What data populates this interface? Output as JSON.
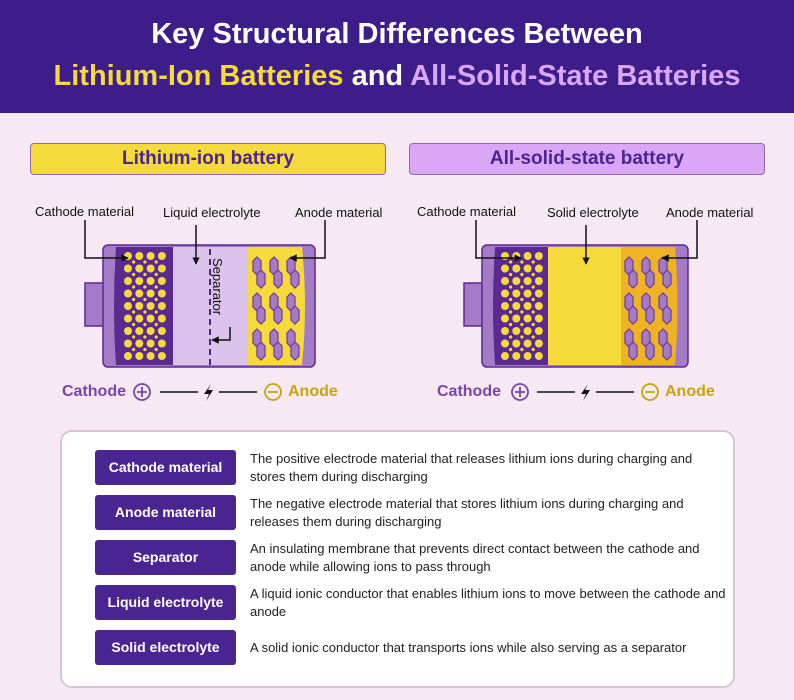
{
  "title": {
    "line1": "Key Structural Differences Between",
    "part1": "Lithium-Ion Batteries",
    "and": " and ",
    "part2": "All-Solid-State Batteries"
  },
  "left": {
    "heading": "Lithium-ion battery",
    "cathode_label": "Cathode material",
    "electrolyte_label": "Liquid electrolyte",
    "anode_label": "Anode material",
    "separator_label": "Separator",
    "legend_cathode": "Cathode",
    "legend_anode": "Anode"
  },
  "right": {
    "heading": "All-solid-state battery",
    "cathode_label": "Cathode material",
    "electrolyte_label": "Solid electrolyte",
    "anode_label": "Anode material",
    "legend_cathode": "Cathode",
    "legend_anode": "Anode"
  },
  "colors": {
    "header": "#3d1d8a",
    "yellow": "#f6d93a",
    "lavender": "#dca6f6",
    "cathode": "#5b2a91",
    "anode_yellow": "#f6d93a",
    "anode_orange": "#efb224"
  },
  "glossary": [
    {
      "term": "Cathode material",
      "desc": "The positive electrode material that releases lithium ions during charging and stores them during discharging"
    },
    {
      "term": "Anode material",
      "desc": "The negative electrode material that stores lithium ions during charging and releases them during discharging"
    },
    {
      "term": "Separator",
      "desc": "An insulating membrane that prevents direct contact between the cathode and anode while allowing ions to pass through"
    },
    {
      "term": "Liquid electrolyte",
      "desc": "A liquid ionic conductor that enables lithium ions to move between the cathode and anode"
    },
    {
      "term": "Solid electrolyte",
      "desc": "A solid ionic conductor that transports ions while also serving as a separator"
    }
  ]
}
